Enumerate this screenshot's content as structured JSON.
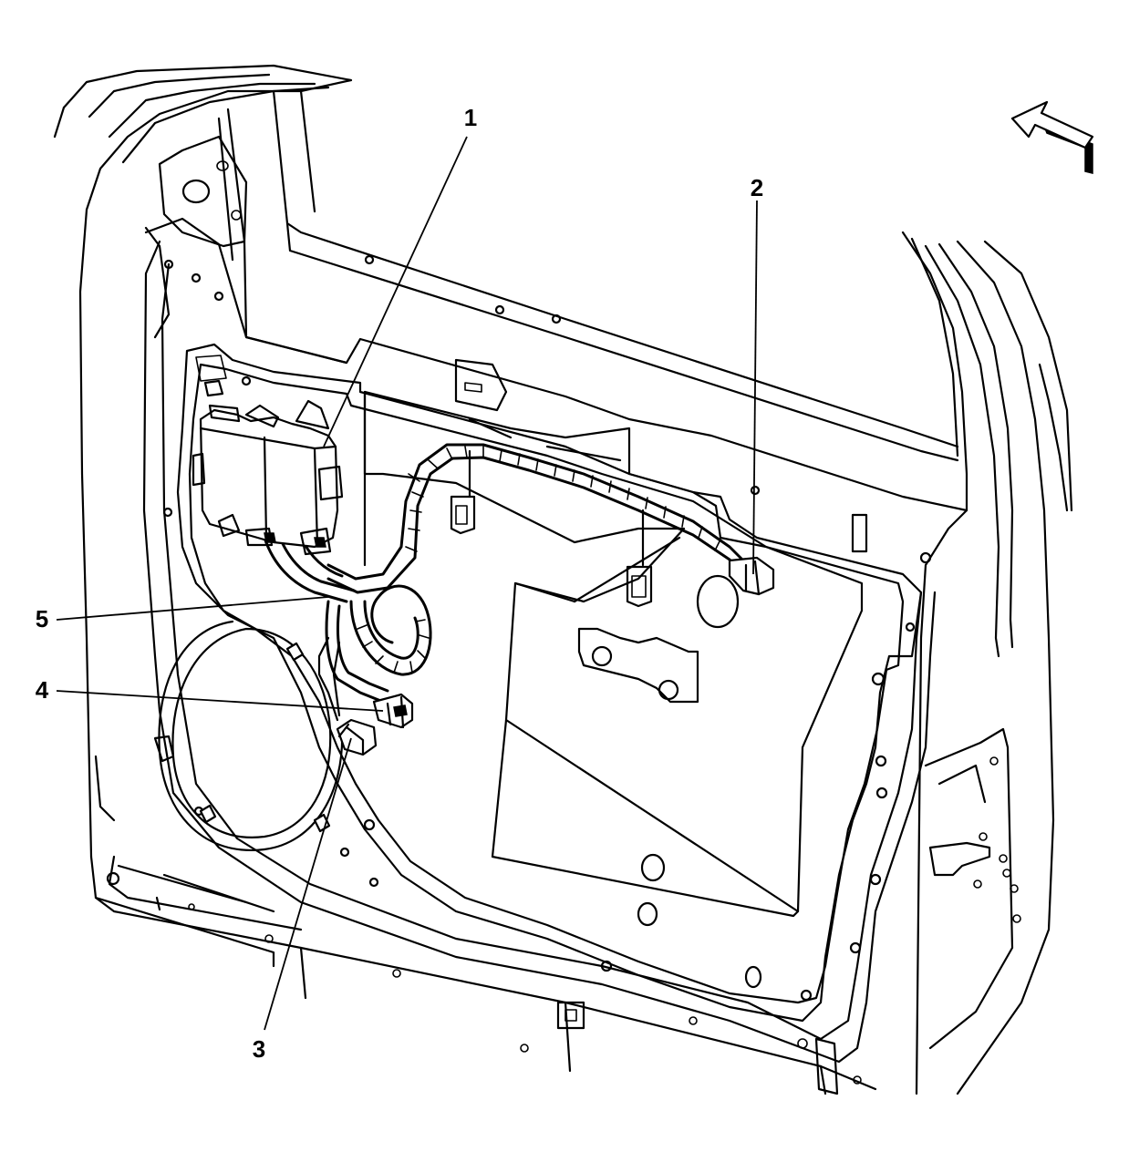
{
  "callouts": [
    {
      "id": "1",
      "text": "1"
    },
    {
      "id": "2",
      "text": "2"
    },
    {
      "id": "3",
      "text": "3"
    },
    {
      "id": "4",
      "text": "4"
    },
    {
      "id": "5",
      "text": "5"
    }
  ],
  "icons": {
    "orientation_arrow": "front-direction-arrow-icon"
  }
}
